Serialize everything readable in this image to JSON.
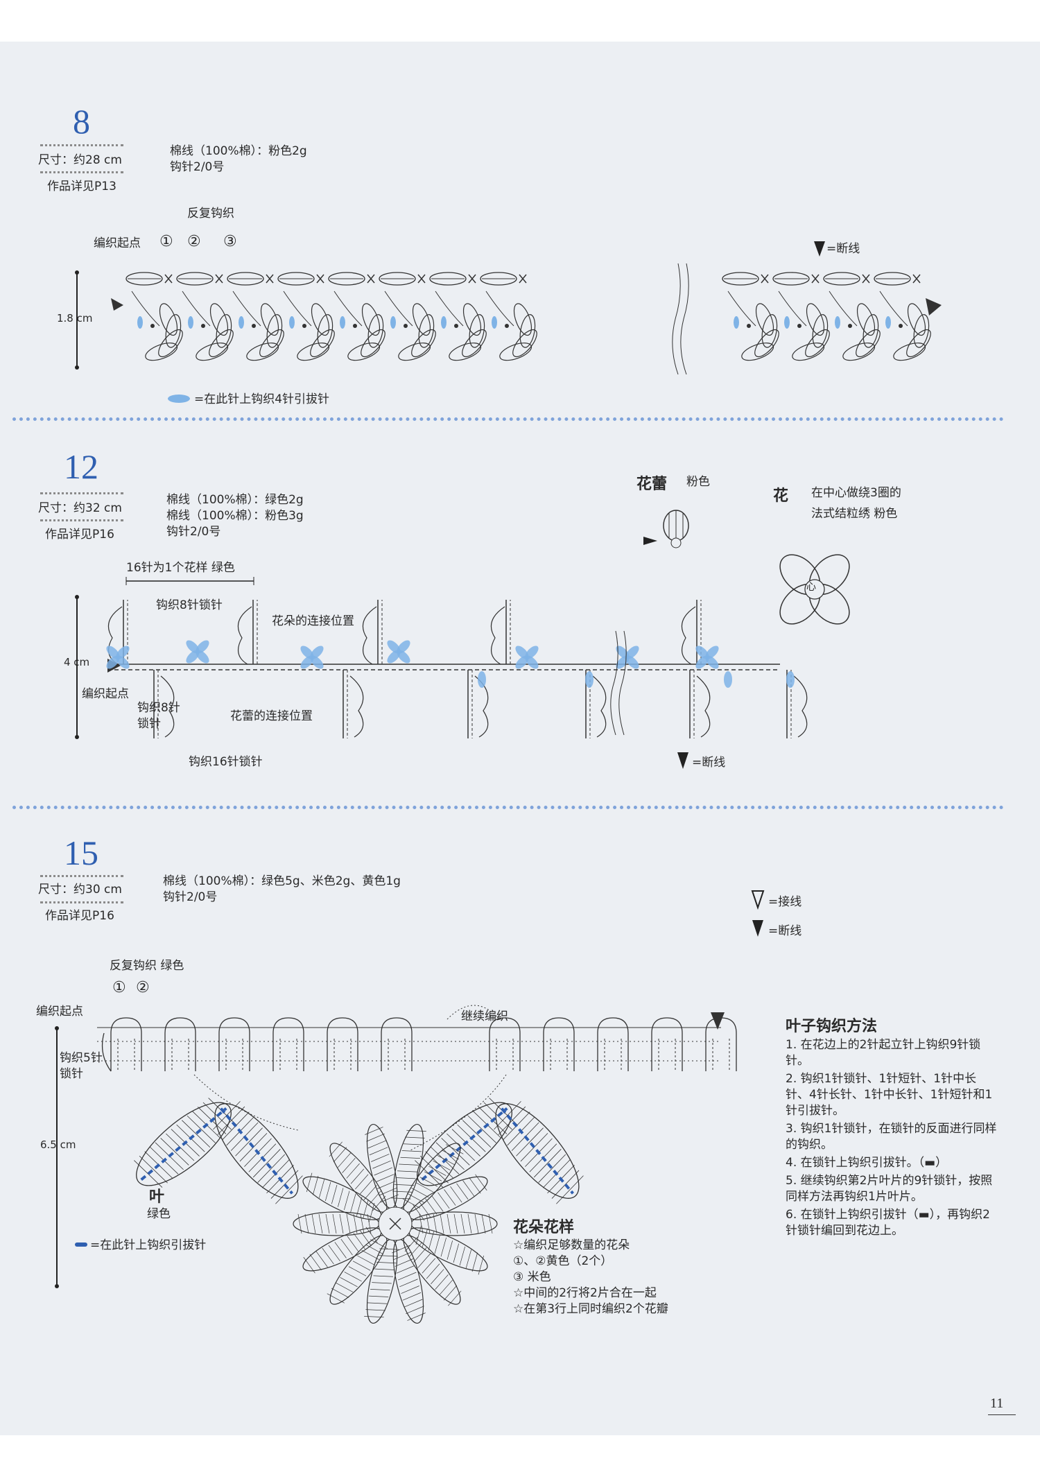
{
  "page_number": "11",
  "section8": {
    "number": "8",
    "size": "尺寸：约28 cm",
    "ref": "作品详见P13",
    "yarn": "棉线（100%棉）：粉色2g",
    "hook": "钩针2/0号",
    "repeat_label": "反复钩织",
    "start_label": "编织起点",
    "steps": [
      "①",
      "②",
      "③"
    ],
    "end_label": "=断线",
    "height": "1.8 cm",
    "legend": "=在此针上钩织4针引拔针"
  },
  "section12": {
    "number": "12",
    "size": "尺寸：约32 cm",
    "ref": "作品详见P16",
    "yarn1": "棉线（100%棉）：绿色2g",
    "yarn2": "棉线（100%棉）：粉色3g",
    "hook": "钩针2/0号",
    "pattern_label": "16针为1个花样  绿色",
    "chain8_top": "钩织8针锁针",
    "flower_join": "花朵的连接位置",
    "height": "4 cm",
    "start_label": "编织起点",
    "chain8_bottom": "钩织8针锁针",
    "bud_join": "花蕾的连接位置",
    "chain16": "钩织16针锁针",
    "end_label": "=断线",
    "bud_title": "花蕾",
    "bud_color": "粉色",
    "flower_title": "花",
    "flower_note1": "在中心做绕3圈的",
    "flower_note2": "法式结粒绣  粉色",
    "center_glyph": "心"
  },
  "section15": {
    "number": "15",
    "size": "尺寸：约30 cm",
    "ref": "作品详见P16",
    "yarn": "棉线（100%棉）：绿色5g、米色2g、黄色1g",
    "hook": "钩针2/0号",
    "join_label": "=接线",
    "cut_label": "=断线",
    "repeat_label": "反复钩织   绿色",
    "steps": [
      "①",
      "②"
    ],
    "start_label": "编织起点",
    "chain5": "钩织5针锁针",
    "continue_label": "继续编织",
    "height": "6.5 cm",
    "leaf_title": "叶",
    "leaf_color": "绿色",
    "legend": "=在此针上钩织引拔针",
    "flower_title": "花朵花样",
    "flower_notes": [
      "☆编织足够数量的花朵",
      "①、②黄色（2个）",
      "③  米色",
      "☆中间的2行将2片合在一起",
      "☆在第3行上同时编织2个花瓣"
    ],
    "leaf_method_title": "叶子钩织方法",
    "leaf_method": [
      "1. 在花边上的2针起立针上钩织9针锁针。",
      "2. 钩织1针锁针、1针短针、1针中长针、4针长针、1针中长针、1针短针和1针引拔针。",
      "3. 钩织1针锁针，在锁针的反面进行同样的钩织。",
      "4. 在锁针上钩织引拔针。（▬）",
      "5. 继续钩织第2片叶片的9针锁针，按照同样方法再钩织1片叶片。",
      "6. 在锁针上钩织引拔针（▬），再钩织2针锁针编回到花边上。"
    ]
  },
  "colors": {
    "page_bg": "#eceff3",
    "number_blue": "#2f5fb0",
    "separator_blue": "#7fa3da",
    "accent_blue": "#7fb3e6"
  }
}
